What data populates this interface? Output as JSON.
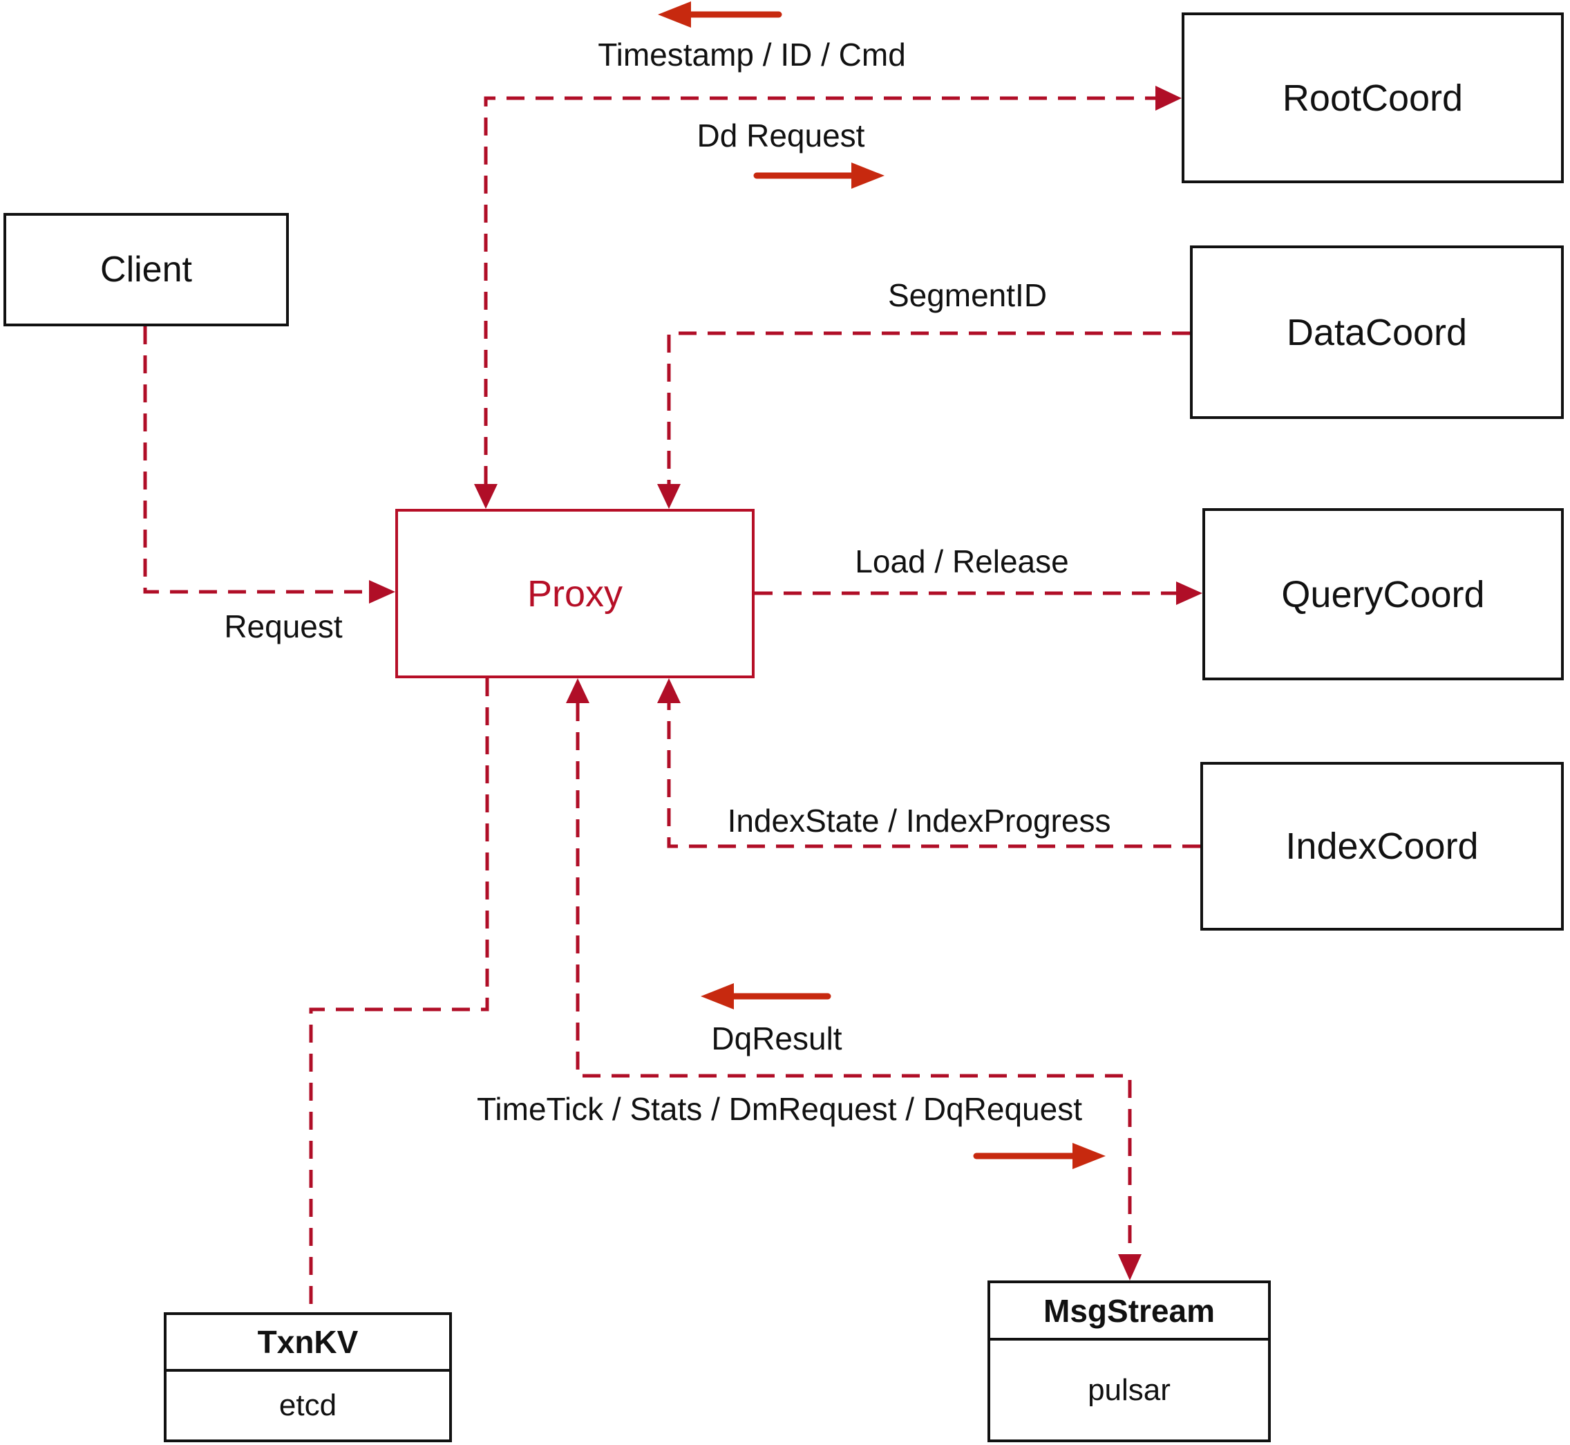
{
  "colors": {
    "connector": "#b00e27",
    "solid_arrow": "#c7290f",
    "node_border": "#111111",
    "proxy_accent": "#b60f27",
    "text": "#111111",
    "background": "#ffffff"
  },
  "nodes": {
    "client": {
      "label": "Client"
    },
    "proxy": {
      "label": "Proxy"
    },
    "rootCoord": {
      "label": "RootCoord"
    },
    "dataCoord": {
      "label": "DataCoord"
    },
    "queryCoord": {
      "label": "QueryCoord"
    },
    "indexCoord": {
      "label": "IndexCoord"
    },
    "txnKV": {
      "title": "TxnKV",
      "impl": "etcd"
    },
    "msgStream": {
      "title": "MsgStream",
      "impl": "pulsar"
    }
  },
  "edges": {
    "rootcoord_to_proxy": {
      "label": "Timestamp / ID / Cmd"
    },
    "proxy_to_rootcoord": {
      "label": "Dd Request"
    },
    "datacoord_to_proxy": {
      "label": "SegmentID"
    },
    "client_to_proxy": {
      "label": "Request"
    },
    "proxy_to_querycoord": {
      "label": "Load / Release"
    },
    "indexcoord_to_proxy": {
      "label": "IndexState / IndexProgress"
    },
    "msgstream_to_proxy": {
      "label": "DqResult"
    },
    "proxy_to_msgstream": {
      "label": "TimeTick / Stats / DmRequest / DqRequest"
    }
  }
}
